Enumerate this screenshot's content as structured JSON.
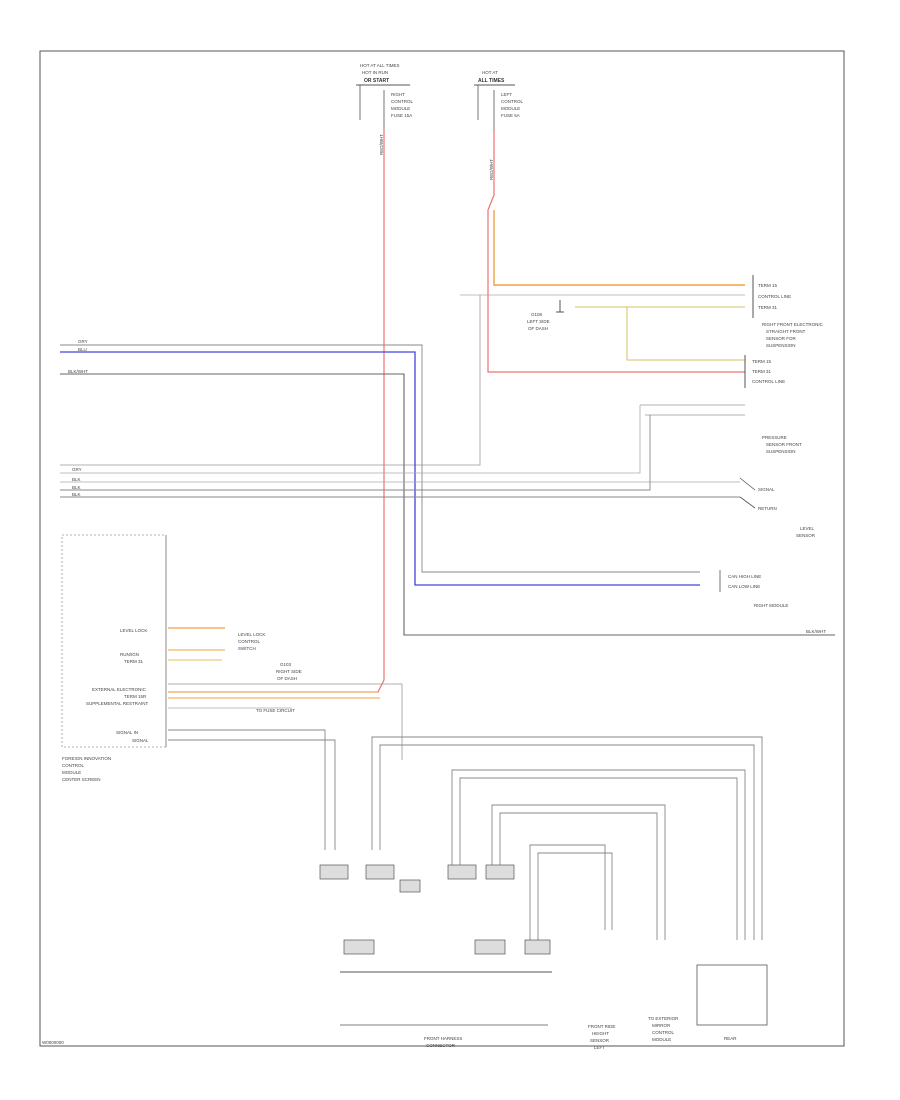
{
  "diagram": {
    "footer_code": "W0000000",
    "top_connectors": [
      {
        "id": "hot_run_start",
        "lines": [
          "HOT AT ALL TIMES",
          "HOT IN RUN",
          "OR START"
        ],
        "fuse": [
          "RIGHT",
          "CONTROL",
          "MODULE",
          "FUSE 15A"
        ],
        "wire": "RED/WHT"
      },
      {
        "id": "hot_all_times",
        "lines": [
          "HOT AT",
          "ALL TIMES"
        ],
        "fuse": [
          "LEFT",
          "CONTROL",
          "MODULE",
          "FUSE 5A"
        ],
        "wire": "RED/WHT"
      }
    ],
    "left_wires": [
      {
        "label": "GRY",
        "color": "#888888"
      },
      {
        "label": "BLU",
        "color": "#3333cc"
      },
      {
        "label": "BLK/WHT",
        "color": "#666666"
      },
      {
        "label": "GRY",
        "color": "#aaaaaa"
      },
      {
        "label": "BLK",
        "color": "#999999"
      },
      {
        "label": "BLK",
        "color": "#777777"
      },
      {
        "label": "BLK",
        "color": "#555555"
      }
    ],
    "right_sensor_1": {
      "name": [
        "RIGHT FRONT ELECTRONIC",
        "STRAIGHT FRONT",
        "SENSOR FOR",
        "SUSPENSION"
      ],
      "pins": [
        "TERM 15",
        "CONTROL LINE",
        "TERM 31"
      ]
    },
    "right_sensor_2": {
      "name": [
        "PRESSURE",
        "SENSOR FRONT",
        "SUSPENSION"
      ],
      "pins": [
        "TERM 15",
        "TERM 31",
        "CONTROL LINE"
      ]
    },
    "ground_point": {
      "name": [
        "G108",
        "LEFT SIDE",
        "OF DASH"
      ]
    },
    "gw_sensor": {
      "name": [
        "LEVEL",
        "SENSOR"
      ],
      "pins": [
        "SIGNAL",
        "RETURN"
      ]
    },
    "right_module": {
      "label": "RIGHT MODULE",
      "pins": [
        "CAN HIGH LINE",
        "CAN LOW LINE"
      ]
    },
    "blk_wht_right": "BLK/WHT",
    "control_module": {
      "name": [
        "FOREIGN INNOVATION",
        "CONTROL",
        "MODULE",
        "CENTER SCREEN"
      ],
      "pins": [
        "LEVEL LOCK",
        "RUN/IGN",
        "TERM 31",
        "EXTERNAL ELECTRONIC",
        "TERM 15R",
        "SUPPLEMENTAL RESTRAINT",
        "SIGNAL IN",
        "SIGNAL"
      ]
    },
    "labels": {
      "level_lock_box": [
        "LEVEL LOCK",
        "CONTROL",
        "SWITCH"
      ],
      "rear_ground": [
        "G103",
        "RIGHT SIDE",
        "OF DASH"
      ],
      "to_fuse_circuit": "TO FUSE CIRCUIT",
      "front_harness": [
        "FRONT HARNESS",
        "CONNECTOR"
      ],
      "front_ride": [
        "FRONT RIDE",
        "HEIGHT",
        "SENSOR",
        "LEFT"
      ],
      "exterior_mirror": [
        "TO EXTERIOR",
        "MIRROR",
        "CONTROL",
        "MODULE"
      ],
      "rear_box": "REAR"
    }
  }
}
